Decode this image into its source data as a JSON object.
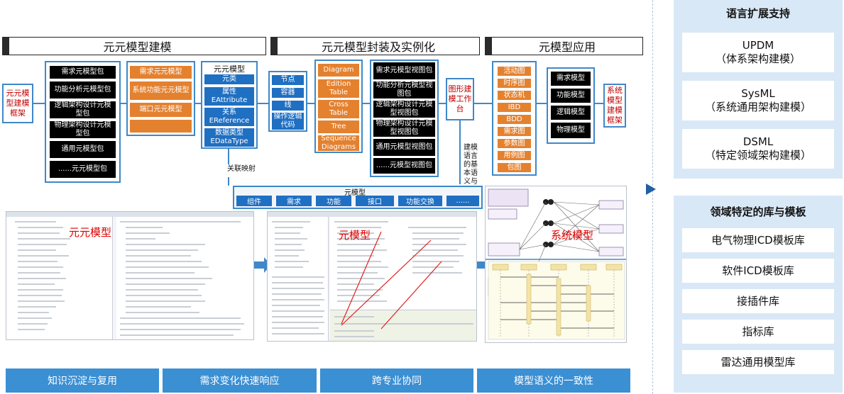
{
  "headers": {
    "meta_meta_modeling": "元元模型建模",
    "encapsulation": "元元模型封装及实例化",
    "application": "元模型应用"
  },
  "left_side_label": "元元模型建模框架",
  "right_side_label": "系统模型建模框架",
  "mm_packages": [
    "需求元模型包",
    "功能分析元模型包",
    "逻辑架构设计元模型包",
    "物理架构设计元模型包",
    "通用元模型包",
    "......元元模型包"
  ],
  "mm_models": [
    "需求元元模型",
    "系统功能元元模型",
    "端口元元模型",
    ""
  ],
  "meta_class_box": {
    "title": "元元模型",
    "items": [
      "元类",
      "属性 EAttribute",
      "关系 EReference",
      "数据类型 EDataType"
    ]
  },
  "elements": [
    "节点",
    "容器",
    "线",
    "操作逻辑代码"
  ],
  "diagram_types": [
    "Diagram",
    "Edition Table",
    "Cross Table",
    "Tree",
    "Sequence Diagrams"
  ],
  "view_packages": [
    "需求元模型视图包",
    "功能分析元模型视图包",
    "逻辑架构设计元模型视图包",
    "物理架构设计元模型视图包",
    "通用元模型视图包",
    "......元模型视图包"
  ],
  "workbench_label": "图形建模工作台",
  "semantic_note": "建模语言的基本语义与元素",
  "mapping_label": "关联映射",
  "app_diagrams": [
    "活动图",
    "时序图",
    "状态机",
    "IBD",
    "BDD",
    "需求图",
    "参数图",
    "用例图",
    "包图"
  ],
  "app_models": [
    "需求模型",
    "功能模型",
    "逻辑模型",
    "物理模型"
  ],
  "meta_model_strip": {
    "title": "元模型",
    "items": [
      "组件",
      "需求",
      "功能",
      "接口",
      "功能交换",
      "......"
    ]
  },
  "screenshot_titles": [
    "元元模型",
    "元模型",
    "系统模型"
  ],
  "bottom_bars": [
    "知识沉淀与复用",
    "需求变化快速响应",
    "跨专业协同",
    "模型语义的一致性"
  ],
  "right_panel": {
    "section1_title": "语言扩展支持",
    "languages": [
      {
        "name": "UPDM",
        "desc": "（体系架构建模）"
      },
      {
        "name": "SysML",
        "desc": "（系统通用架构建模）"
      },
      {
        "name": "DSML",
        "desc": "（特定领域架构建模）"
      }
    ],
    "section2_title": "领域特定的库与模板",
    "libraries": [
      "电气物理ICD模板库",
      "软件ICD模板库",
      "接插件库",
      "指标库",
      "雷达通用模型库"
    ]
  },
  "colors": {
    "orange": "#e4812f",
    "blue": "#1f6fc2",
    "frame_blue": "#3f88c9",
    "red_text": "#c00000",
    "panel_bg": "#d9e8f6",
    "bar_blue": "#3b8fd3"
  }
}
